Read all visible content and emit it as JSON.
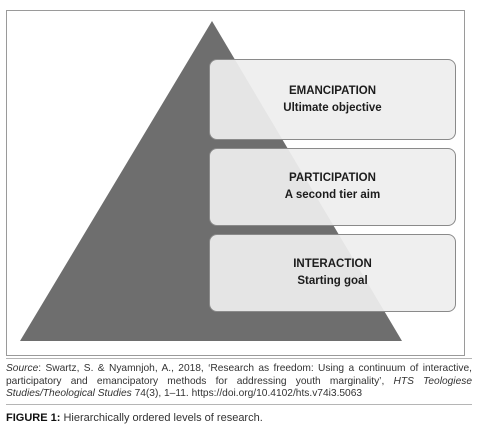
{
  "levels": [
    {
      "title": "EMANCIPATION",
      "subtitle": "Ultimate objective"
    },
    {
      "title": "PARTICIPATION",
      "subtitle": "A second tier aim"
    },
    {
      "title": "INTERACTION",
      "subtitle": "Starting goal"
    }
  ],
  "colors": {
    "pyramid_fill": "#6e6e6e",
    "box_fill": "#ededed",
    "box_border": "#8a8a8a",
    "frame_border": "#9a9a9a"
  },
  "source": {
    "label": "Source",
    "text_1": ": Swartz, S. & Nyamnjoh, A., 2018, ‘Research as freedom: Using a continuum of interactive, participatory and emancipatory methods for addressing youth marginality’, ",
    "journal": "HTS Teologiese Studies/Theological Studies",
    "text_2": " 74(3), 1–11. https://doi.org/10.4102/hts.v74i3.5063"
  },
  "caption": {
    "label": "FIGURE 1:",
    "text": " Hierarchically ordered levels of research."
  }
}
